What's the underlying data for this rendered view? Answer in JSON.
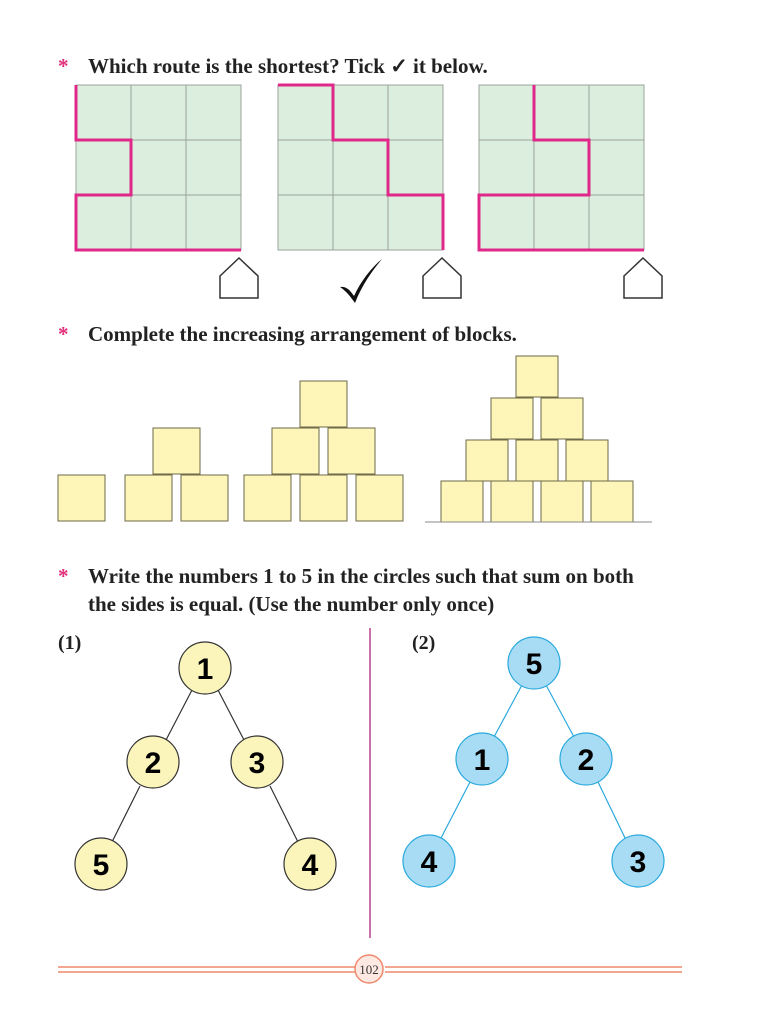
{
  "questions": {
    "q1": {
      "bullet": "*",
      "text_before": "Which route is the shortest? Tick",
      "tick_glyph": "✓",
      "text_after": "it below."
    },
    "q2": {
      "bullet": "*",
      "text": "Complete the increasing arrangement of blocks."
    },
    "q3": {
      "bullet": "*",
      "line1": "Write the numbers 1 to 5 in the circles such that sum on both",
      "line2": "the sides is equal. (Use the number only once)"
    }
  },
  "puzzles": [
    {
      "label": "(1)",
      "top": "1",
      "mid_left": "2",
      "mid_right": "3",
      "bottom_left": "5",
      "bottom_right": "4"
    },
    {
      "label": "(2)",
      "top": "5",
      "mid_left": "1",
      "mid_right": "2",
      "bottom_left": "4",
      "bottom_right": "3"
    }
  ],
  "routes": {
    "selected_route": 2,
    "tick_icon": "check-mark-icon",
    "house_icon": "house-icon"
  },
  "colors": {
    "grid_fill": "#dcefdf",
    "route_line": "#e0288a",
    "block_fill": "#fdf6b8",
    "puzzle1_fill": "#fbf5bb",
    "puzzle2_fill": "#a8dcf5",
    "puzzle2_line": "#2aa9dc",
    "divider": "#b9428f",
    "footer": "#ef8a6d"
  },
  "footer": {
    "page_number": "102"
  }
}
